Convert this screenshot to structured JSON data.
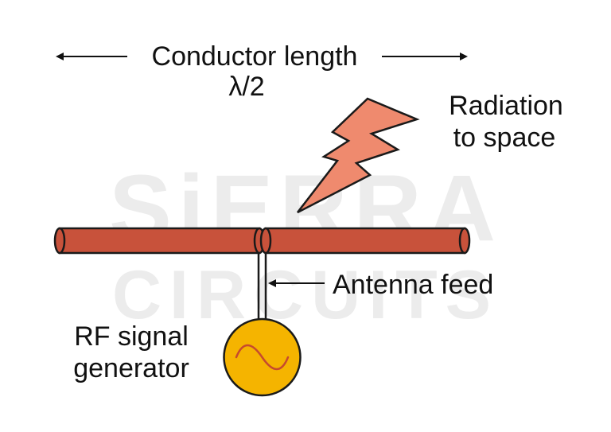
{
  "labels": {
    "conductor_length": "Conductor length",
    "wavelength": "λ/2",
    "radiation_line1": "Radiation",
    "radiation_line2": "to space",
    "antenna_feed": "Antenna feed",
    "generator_line1": "RF signal",
    "generator_line2": "generator"
  },
  "watermark": {
    "line1": "SiERRA",
    "line2": "CIRCUITS"
  },
  "colors": {
    "conductor_fill": "#c8523b",
    "conductor_stroke": "#1a1a1a",
    "bolt_fill": "#ef8a6e",
    "generator_fill": "#f5b400",
    "sine_wave": "#c64a2e",
    "watermark": "#ececec",
    "text": "#111111"
  },
  "icons": {
    "radiation": "lightning-bolt-icon",
    "generator": "sine-wave-icon"
  }
}
